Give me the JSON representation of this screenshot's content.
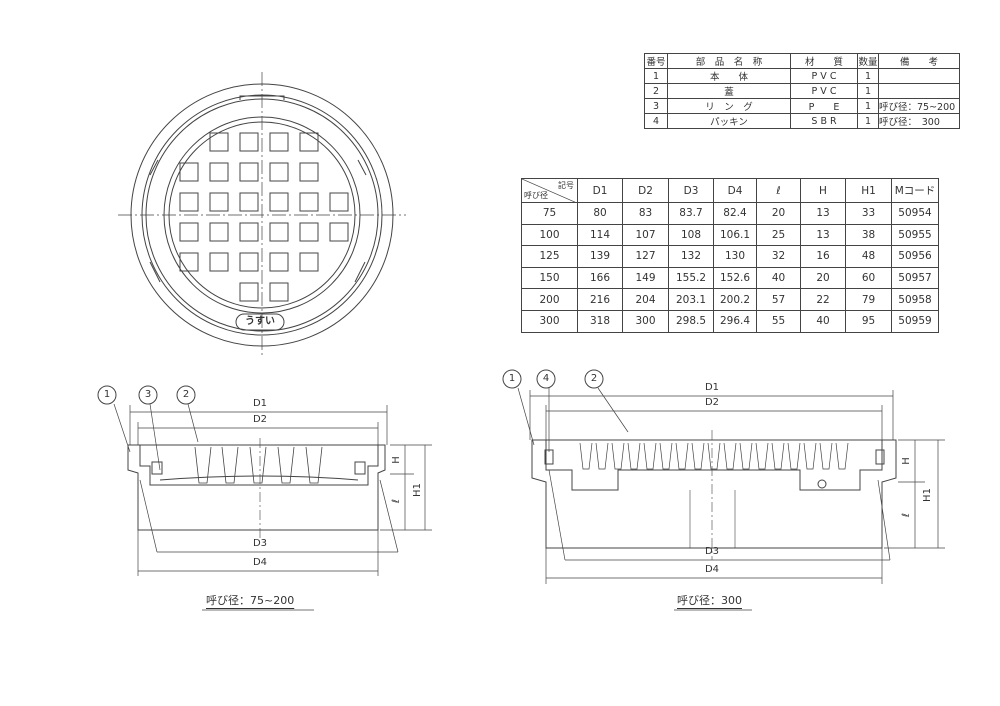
{
  "parts_table": {
    "headers": [
      "番号",
      "部　品　名　称",
      "材　　質",
      "数量",
      "備　　考"
    ],
    "rows": [
      {
        "no": "1",
        "name": "本　　体",
        "material": "P V C",
        "qty": "1",
        "note": ""
      },
      {
        "no": "2",
        "name": "蓋",
        "material": "P V C",
        "qty": "1",
        "note": ""
      },
      {
        "no": "3",
        "name": "リ　ン　グ",
        "material": "P　　E",
        "qty": "1",
        "note": "呼び径：75~200"
      },
      {
        "no": "4",
        "name": "パッキン",
        "material": "S B R",
        "qty": "1",
        "note": "呼び径：　300"
      }
    ]
  },
  "dims_table": {
    "corner_top": "記号",
    "corner_bottom": "呼び径",
    "headers": [
      "D1",
      "D2",
      "D3",
      "D4",
      "ℓ",
      "H",
      "H1",
      "Mコード"
    ],
    "rows": [
      [
        "75",
        "80",
        "83",
        "83.7",
        "82.4",
        "20",
        "13",
        "33",
        "50954"
      ],
      [
        "100",
        "114",
        "107",
        "108",
        "106.1",
        "25",
        "13",
        "38",
        "50955"
      ],
      [
        "125",
        "139",
        "127",
        "132",
        "130",
        "32",
        "16",
        "48",
        "50956"
      ],
      [
        "150",
        "166",
        "149",
        "155.2",
        "152.6",
        "40",
        "20",
        "60",
        "50957"
      ],
      [
        "200",
        "216",
        "204",
        "203.1",
        "200.2",
        "57",
        "22",
        "79",
        "50958"
      ],
      [
        "300",
        "318",
        "300",
        "298.5",
        "296.4",
        "55",
        "40",
        "95",
        "50959"
      ]
    ]
  },
  "plan_view": {
    "logo_text": "うすい"
  },
  "section_small": {
    "caption": "呼び径：75~200",
    "balloons": [
      "1",
      "3",
      "2"
    ],
    "dims": {
      "d1": "D1",
      "d2": "D2",
      "d3": "D3",
      "d4": "D4",
      "h": "H",
      "h1": "H1",
      "l": "ℓ"
    }
  },
  "section_large": {
    "caption": "呼び径：300",
    "balloons": [
      "1",
      "4",
      "2"
    ],
    "dims": {
      "d1": "D1",
      "d2": "D2",
      "d3": "D3",
      "d4": "D4",
      "h": "H",
      "h1": "H1",
      "l": "ℓ"
    }
  }
}
